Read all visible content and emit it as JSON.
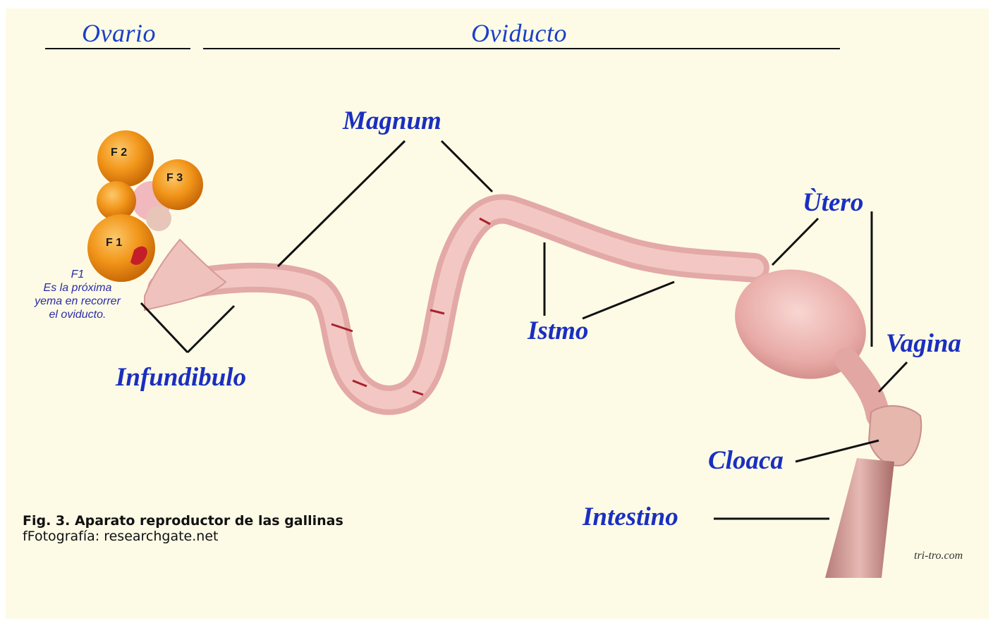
{
  "sections": {
    "ovario": "Ovario",
    "oviducto": "Oviducto"
  },
  "labels": {
    "magnum": "Magnum",
    "istmo": "Istmo",
    "utero": "Ùtero",
    "vagina": "Vagina",
    "cloaca": "Cloaca",
    "intestino": "Intestino",
    "infundibulo": "Infundibulo"
  },
  "follicles": {
    "f1": "F 1",
    "f2": "F 2",
    "f3": "F 3"
  },
  "note": {
    "line1": "F1",
    "line2": "Es la próxima",
    "line3": "yema en recorrer",
    "line4": "el oviducto."
  },
  "caption": {
    "title": "Fig. 3. Aparato reproductor de las gallinas",
    "credit": "fFotografía: researchgate.net"
  },
  "watermark": "tri-tro.com",
  "colors": {
    "label_blue": "#1a2fc0",
    "tissue_pink": "#eab0ae",
    "yolk_orange": "#f2961a",
    "background": "#fdfbe6"
  }
}
